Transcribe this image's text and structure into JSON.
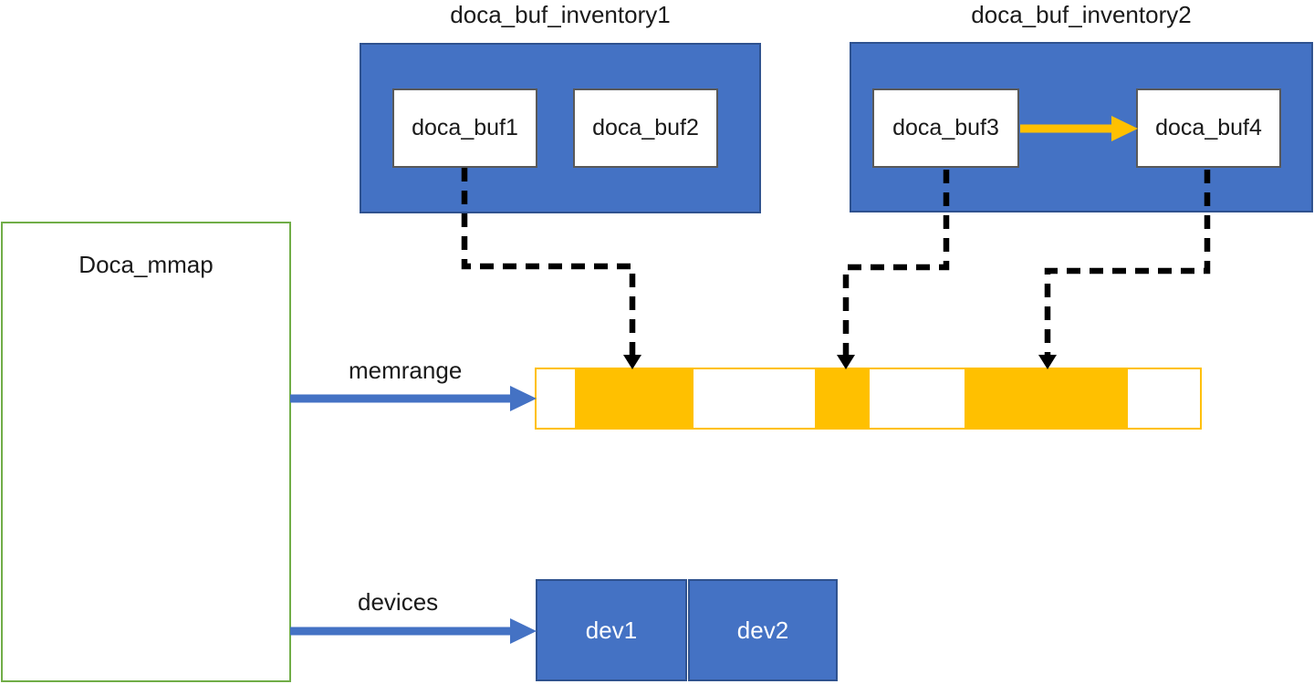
{
  "colors": {
    "blue_fill": "#4472C4",
    "blue_border": "#2F528F",
    "gold": "#FFC000",
    "green_border": "#70AD47",
    "gray_border": "#595959",
    "black": "#000000",
    "white": "#FFFFFF",
    "text": "#1A1A1A"
  },
  "inventories": [
    {
      "title": "doca_buf_inventory1",
      "buffers": [
        "doca_buf1",
        "doca_buf2"
      ]
    },
    {
      "title": "doca_buf_inventory2",
      "buffers": [
        "doca_buf3",
        "doca_buf4"
      ]
    }
  ],
  "mmap": {
    "label": "Doca_mmap"
  },
  "edges": {
    "memrange_label": "memrange",
    "devices_label": "devices"
  },
  "devices": [
    "dev1",
    "dev2"
  ],
  "memrange_bar": {
    "total_width": 731,
    "segments": [
      {
        "state": "free",
        "width": 42
      },
      {
        "state": "mapped",
        "width": 131
      },
      {
        "state": "free",
        "width": 134
      },
      {
        "state": "mapped",
        "width": 60
      },
      {
        "state": "free",
        "width": 105
      },
      {
        "state": "mapped",
        "width": 180
      },
      {
        "state": "free",
        "width": 79
      }
    ]
  }
}
